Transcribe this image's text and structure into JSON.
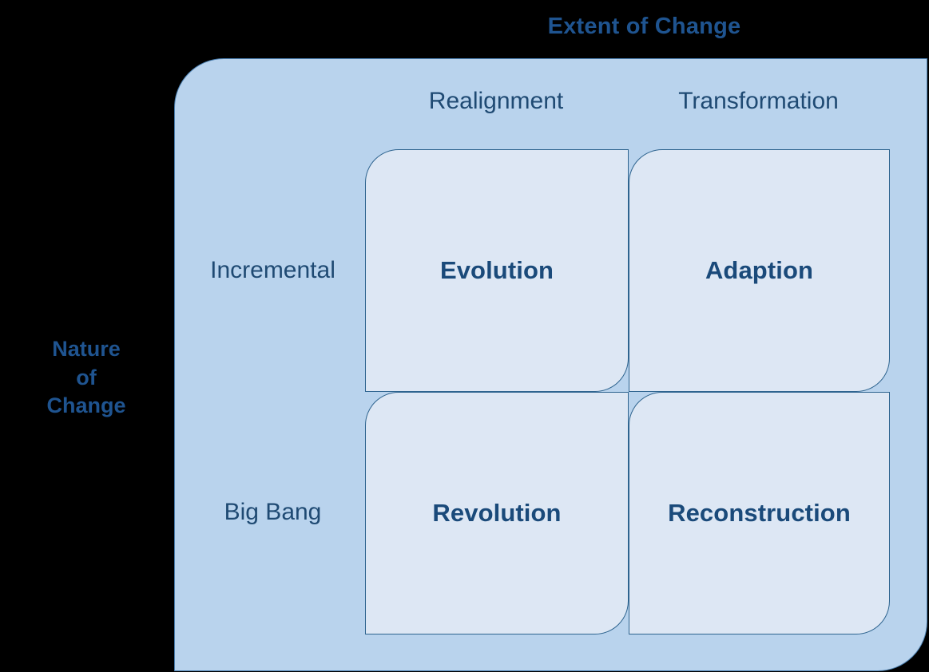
{
  "diagram": {
    "top_axis_title": "Extent of Change",
    "left_axis_title_lines": [
      "Nature",
      "of",
      "Change"
    ],
    "columns": [
      {
        "label": "Realignment"
      },
      {
        "label": "Transformation"
      }
    ],
    "rows": [
      {
        "label": "Incremental"
      },
      {
        "label": "Big Bang"
      }
    ],
    "quadrants": [
      {
        "label": "Evolution",
        "row": "Incremental",
        "column": "Realignment"
      },
      {
        "label": "Adaption",
        "row": "Incremental",
        "column": "Transformation"
      },
      {
        "label": "Revolution",
        "row": "Big Bang",
        "column": "Realignment"
      },
      {
        "label": "Reconstruction",
        "row": "Big Bang",
        "column": "Transformation"
      }
    ]
  },
  "colors": {
    "background": "#000000",
    "panel_fill": "#b9d3ed",
    "panel_border": "#4a7fb0",
    "cell_fill": "#dde7f4",
    "cell_border": "#2e648f",
    "axis_title_text": "#1f5490",
    "header_text": "#1f4a73",
    "cell_label_text": "#1a4a7a"
  }
}
